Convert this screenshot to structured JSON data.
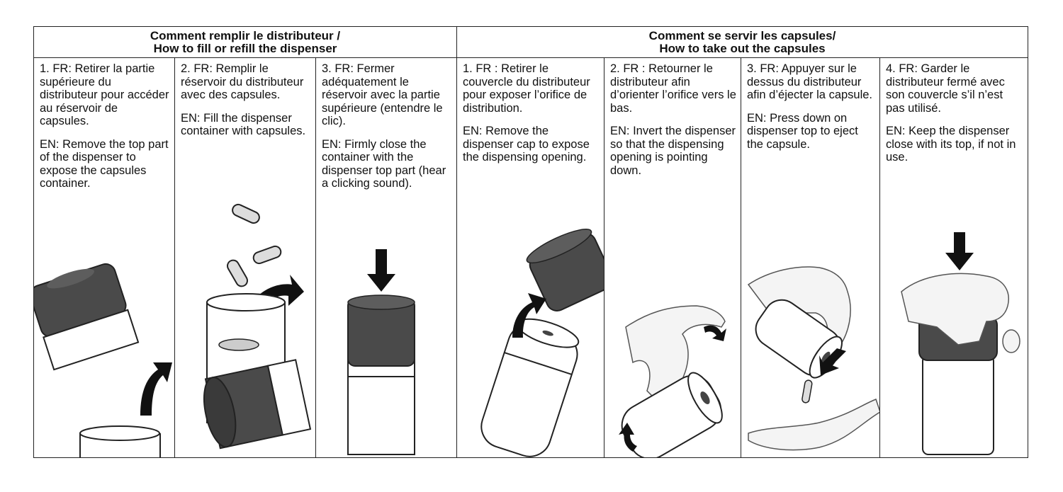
{
  "headers": {
    "fill_line1": "Comment remplir le distributeur /",
    "fill_line2": "How to fill or refill the dispenser",
    "take_line1": "Comment se servir les capsules/",
    "take_line2": "How to take out the capsules"
  },
  "steps": [
    {
      "fr": "1. FR: Retirer la partie supérieure du distributeur pour accéder au réservoir de capsules.",
      "en": "EN: Remove the top part of the dispenser to expose the capsules container."
    },
    {
      "fr": "2. FR: Remplir le réservoir du distributeur avec des capsules.",
      "en": "EN: Fill the dispenser container with capsules."
    },
    {
      "fr": "3. FR: Fermer adéquatement le réservoir avec la partie supérieure (entendre le clic).",
      "en": "EN: Firmly close the container with the dispenser top part (hear a clicking sound)."
    },
    {
      "fr": "1. FR : Retirer le couvercle du distributeur pour exposer l’orifice de distribution.",
      "en": "EN: Remove the dispenser cap to expose the dispensing opening."
    },
    {
      "fr": "2. FR : Retourner le distributeur afin d’orienter l’orifice vers le bas.",
      "en": "EN: Invert the dispenser  so that the dispensing opening is pointing down."
    },
    {
      "fr": "3. FR: Appuyer sur le dessus du distributeur afin d’éjecter la capsule.",
      "en": "EN: Press down on dispenser top to eject the capsule."
    },
    {
      "fr": "4. FR: Garder le distributeur fermé avec son couvercle s’il n’est pas utilisé.",
      "en": "EN: Keep the dispenser close with its top, if not in use."
    }
  ],
  "colors": {
    "cap": "#4a4a4a",
    "border": "#222222",
    "arrow": "#111111"
  }
}
